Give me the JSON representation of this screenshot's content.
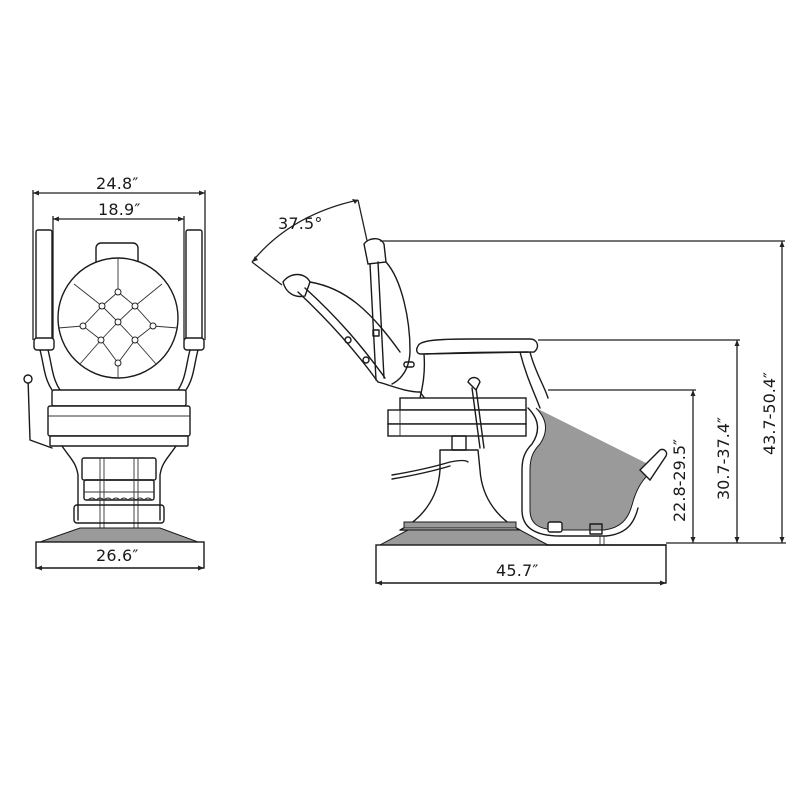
{
  "diagram": {
    "subject": "Barber chair dimension drawing",
    "views": {
      "front": {
        "overall_width": "24.8″",
        "seat_width": "18.9″",
        "base_width": "26.6″"
      },
      "side": {
        "recline_angle": "37.5°",
        "total_length": "45.7″",
        "seat_height": "22.8-29.5″",
        "armrest_height": "30.7-37.4″",
        "overall_height": "43.7-50.4″"
      }
    },
    "colors": {
      "line": "#1a1a1a",
      "background": "#ffffff",
      "shading": "#9a9a9a"
    }
  }
}
